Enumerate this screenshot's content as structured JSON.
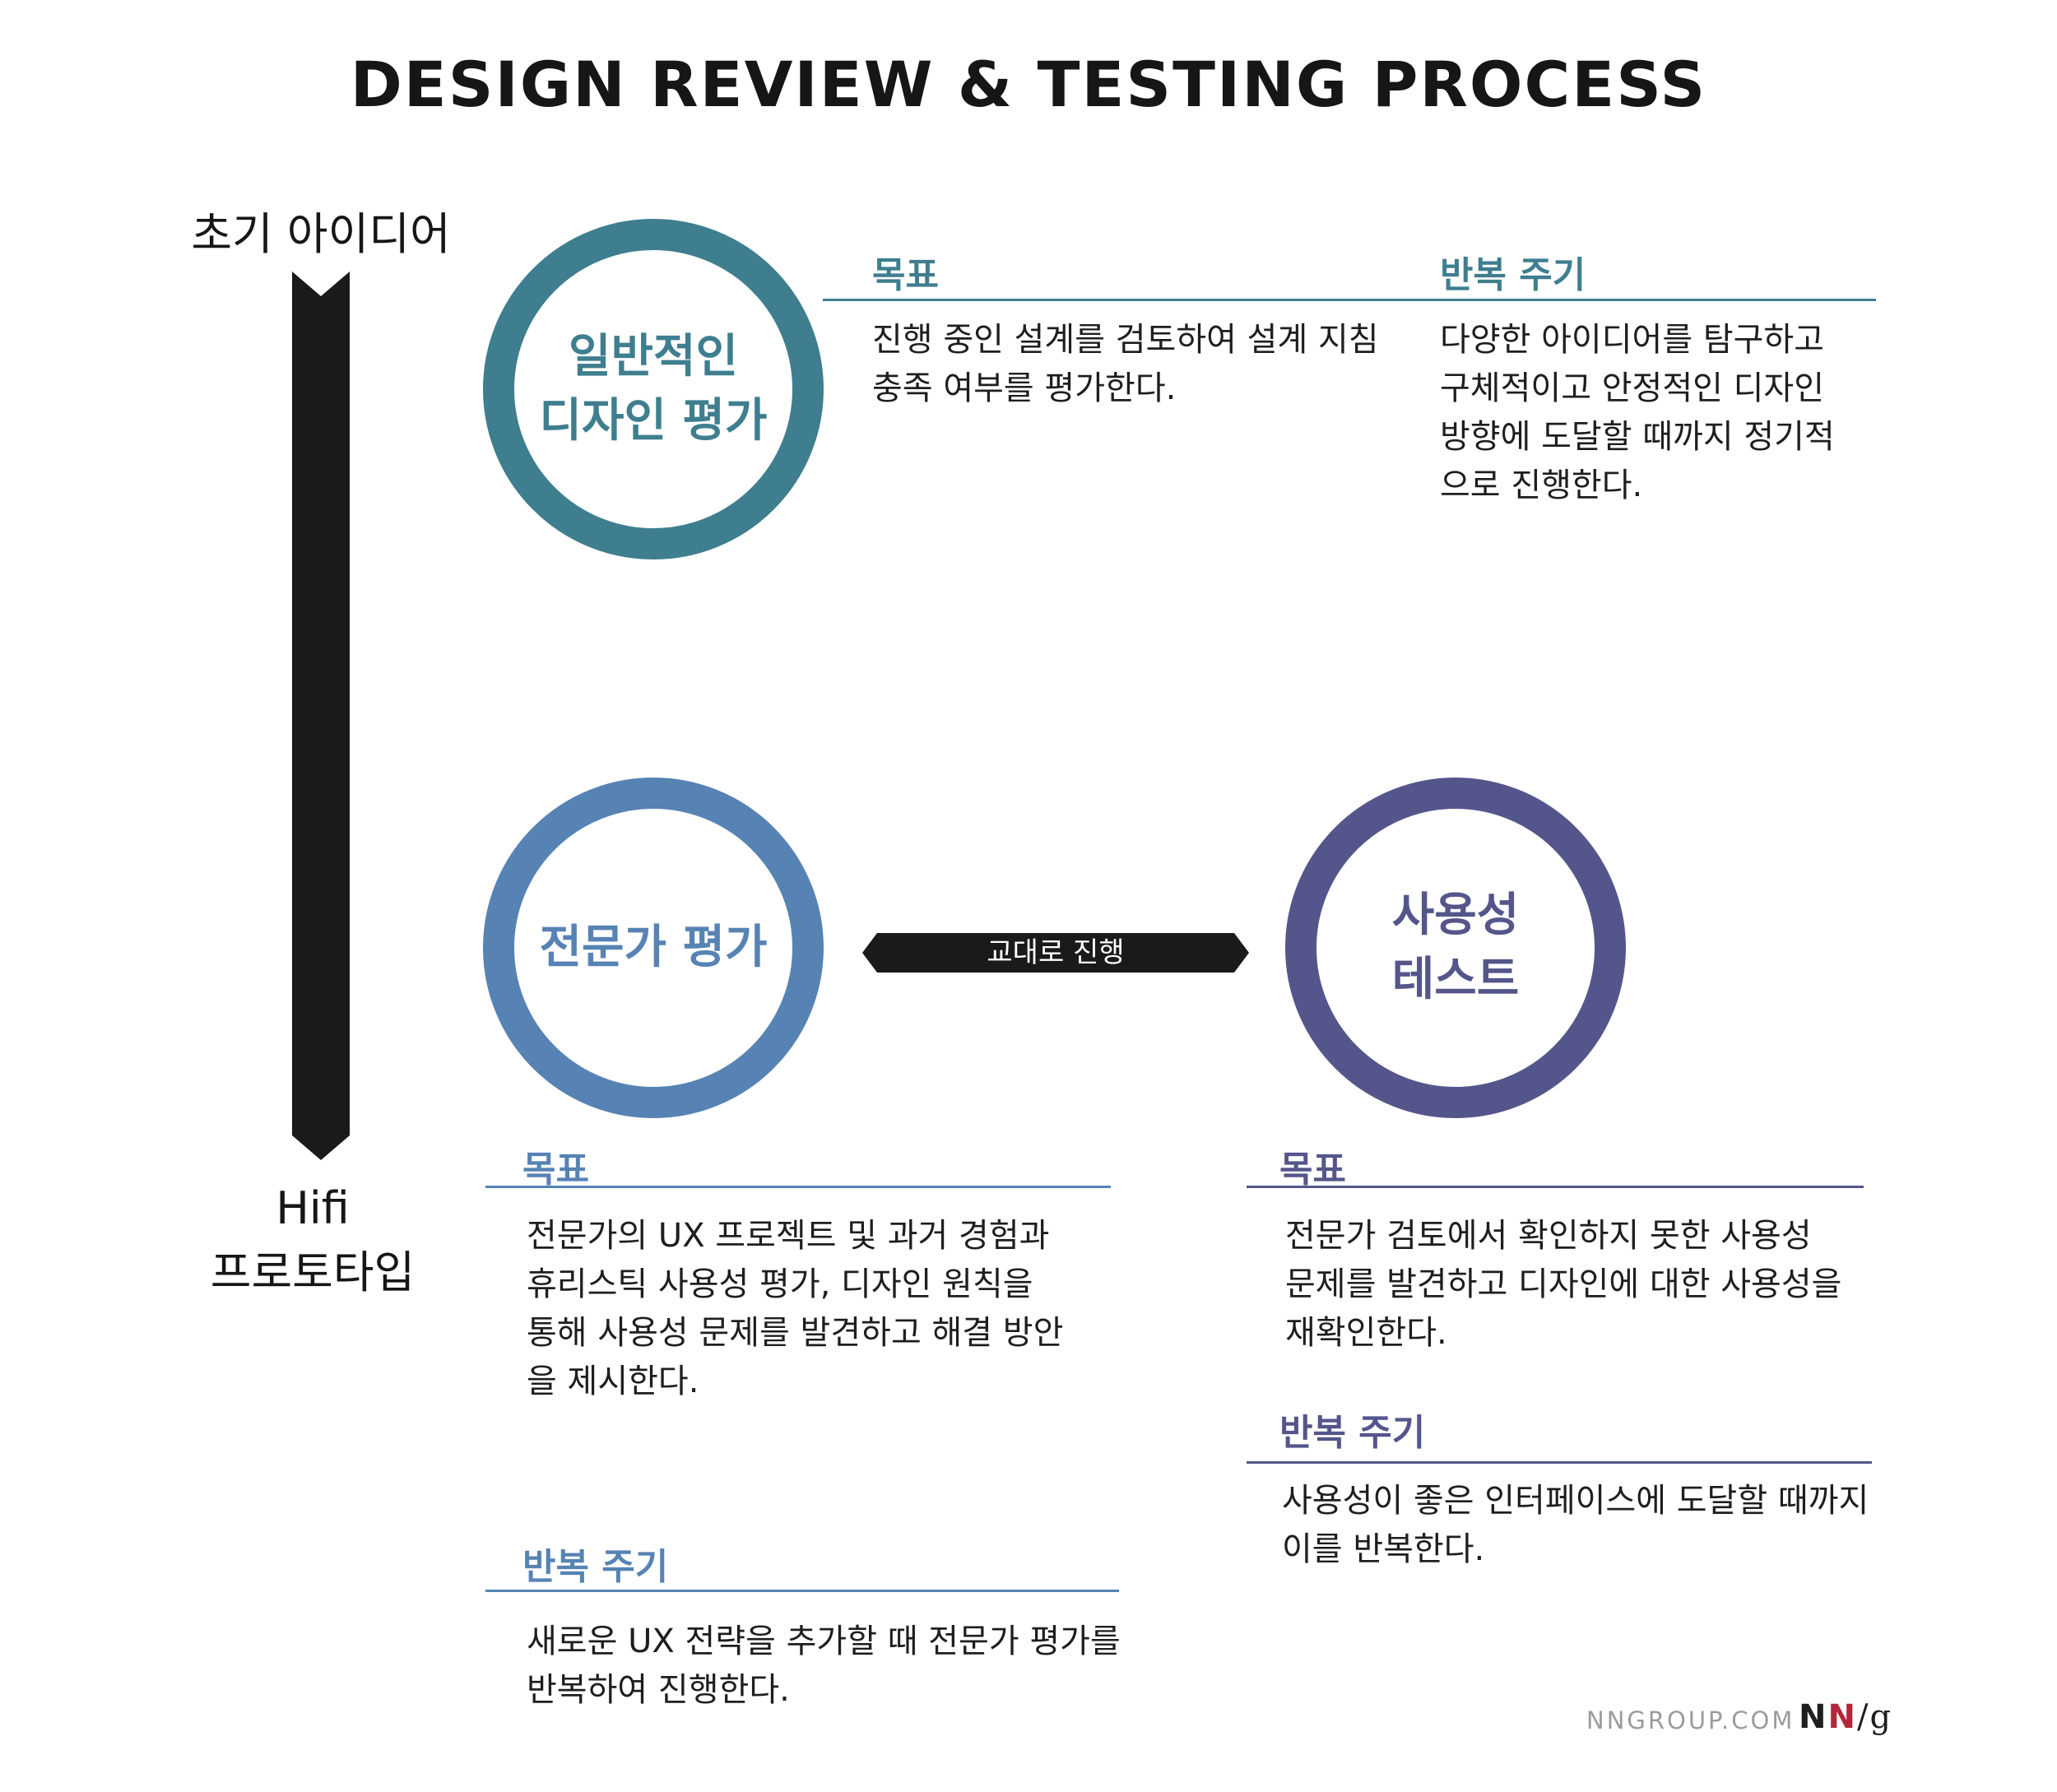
{
  "title": "DESIGN REVIEW & TESTING PROCESS",
  "timeline": {
    "top_label": "초기 아이디어",
    "bottom_label_lines": [
      "Hifi",
      "프로토타입"
    ]
  },
  "general_review": {
    "circle_lines": [
      "일반적인",
      "디자인 평가"
    ],
    "goal": {
      "heading": "목표",
      "lines": [
        "진행 중인 설계를 검토하여 설계 지침",
        "충족 여부를 평가한다."
      ]
    },
    "cycle": {
      "heading": "반복 주기",
      "lines": [
        "다양한 아이디어를 탐구하고",
        "구체적이고 안정적인 디자인",
        "방향에 도달할 때까지 정기적",
        "으로 진행한다."
      ]
    }
  },
  "expert_review": {
    "circle_lines": [
      "전문가 평가"
    ],
    "goal": {
      "heading": "목표",
      "lines": [
        "전문가의 UX 프로젝트 및 과거 경험과",
        "휴리스틱 사용성 평가, 디자인 원칙을",
        "통해  사용성 문제를 발견하고 해결 방안",
        "을 제시한다."
      ]
    },
    "cycle": {
      "heading": "반복 주기",
      "lines": [
        "새로운 UX 전략을 추가할 때 전문가 평가를",
        "반복하여 진행한다."
      ]
    }
  },
  "connector_label": "교대로 진행",
  "usability_test": {
    "circle_lines": [
      "사용성",
      "테스트"
    ],
    "goal": {
      "heading": "목표",
      "lines": [
        "전문가 검토에서 확인하지 못한 사용성",
        "문제를 발견하고 디자인에 대한 사용성을",
        "재확인한다."
      ]
    },
    "cycle": {
      "heading": "반복 주기",
      "lines": [
        "사용성이 좋은 인터페이스에 도달할 때까지",
        "이를 반복한다."
      ]
    }
  },
  "footer": {
    "site": "NNGROUP.COM",
    "logo_n1": "N",
    "logo_n2": "N",
    "logo_g": "/g"
  },
  "colors": {
    "teal": "#3e7e8f",
    "blue": "#5683b4",
    "indigo": "#54568b",
    "logo_red": "#b3263a",
    "dark": "#1e1e1e"
  }
}
